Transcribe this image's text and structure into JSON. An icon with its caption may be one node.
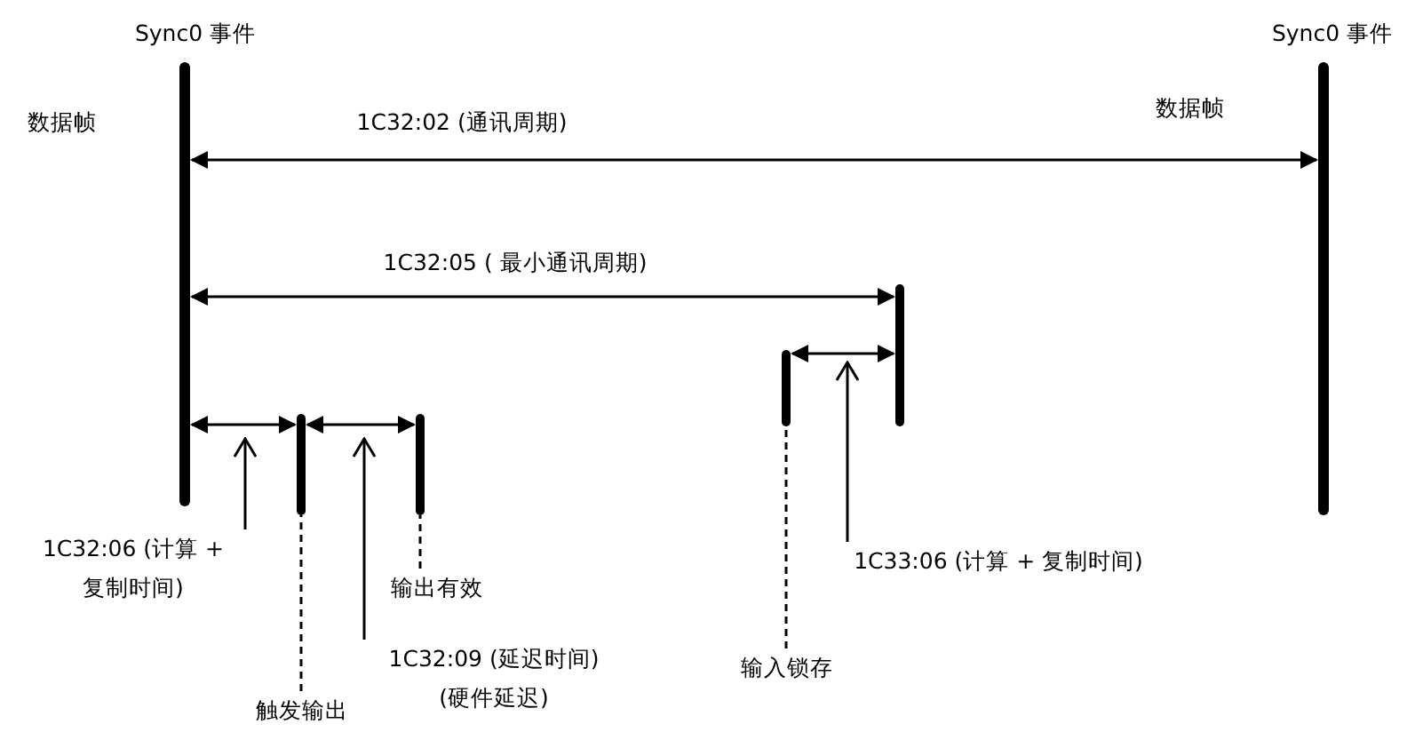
{
  "diagram": {
    "nodes": [
      {
        "text": [
          "Sync0 事件"
        ]
      },
      {
        "text": [
          "Sync0 事件"
        ]
      },
      {
        "text": [],
        "shape": "bar"
      },
      {
        "text": [],
        "shape": "bar"
      },
      {
        "text": [],
        "shape": "bar"
      },
      {
        "text": [],
        "shape": "bar"
      },
      {
        "text": [
          "1C32:06 (计算 + 复制时间)"
        ]
      },
      {
        "text": [
          "触发输出"
        ]
      },
      {
        "text": [
          "输出有效"
        ]
      },
      {
        "text": [
          "1C32:09 (延迟时间) (硬件延迟)"
        ]
      },
      {
        "text": [
          "输入锁存"
        ]
      },
      {
        "text": [
          "1C33:06 (计算 + 复制时间)"
        ]
      }
    ],
    "edges": [
      {
        "from": 0,
        "to": 1,
        "arrow": "both",
        "label": "1C32:02 (通讯周期)"
      },
      {
        "from": 0,
        "to": 5,
        "arrow": "both",
        "label": "1C32:05 ( 最小通讯周期)"
      },
      {
        "from": 0,
        "to": 2,
        "arrow": "both"
      },
      {
        "from": 2,
        "to": 3,
        "arrow": "both"
      },
      {
        "from": 4,
        "to": 5,
        "arrow": "both"
      },
      {
        "from": 6,
        "to": null,
        "arrow": "to"
      },
      {
        "from": 7,
        "to": 2,
        "arrow": "none",
        "style": "dashed"
      },
      {
        "from": 8,
        "to": 3,
        "arrow": "none",
        "style": "dashed"
      },
      {
        "from": 9,
        "to": null,
        "arrow": "to"
      },
      {
        "from": 10,
        "to": 4,
        "arrow": "none",
        "style": "dashed"
      },
      {
        "from": 11,
        "to": null,
        "arrow": "to"
      }
    ],
    "labels": [
      "数据帧",
      "数据帧"
    ]
  }
}
